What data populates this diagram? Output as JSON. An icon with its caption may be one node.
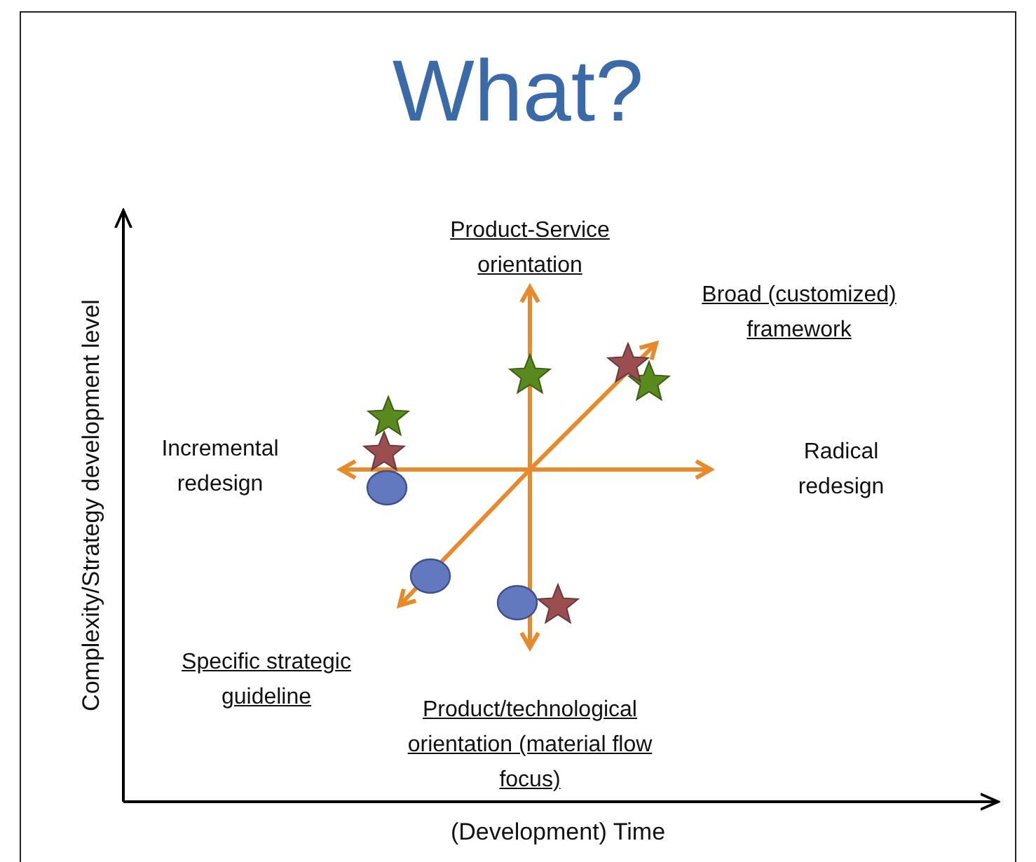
{
  "diagram": {
    "title": "What?",
    "labels": [
      "Product-Service orientation",
      "Broad (customized) framework",
      "Incremental redesign",
      "Radical redesign",
      "Specific strategic guideline",
      "Product/technological orientation (material flow focus)",
      "Complexity/Strategy development level",
      "(Development) Time"
    ]
  }
}
